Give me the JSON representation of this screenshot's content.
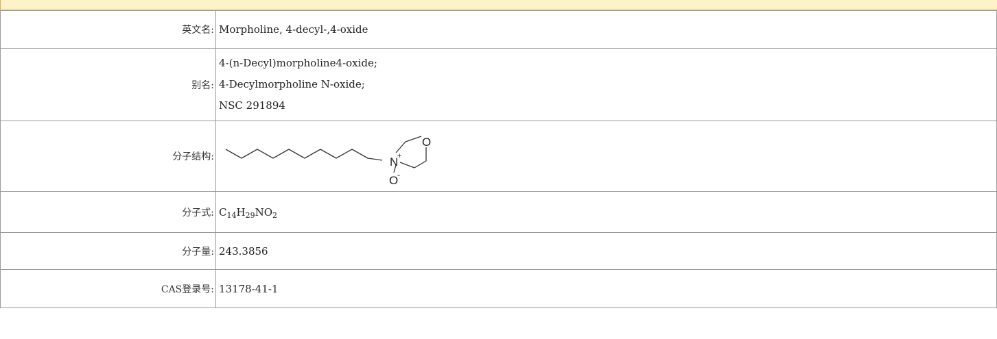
{
  "rows": [
    {
      "label": "英文名:",
      "value": "Morpholine, 4-decyl-,4-oxide"
    },
    {
      "label": "别名:",
      "values": [
        "4-(n-Decyl)morpholine4-oxide;",
        "4-Decylmorpholine N-oxide;",
        "NSC 291894"
      ]
    },
    {
      "label": "分子结构:",
      "structure_icon": "4-decylmorpholine-N-oxide-structure",
      "atoms": {
        "n": "N",
        "n_charge": "+",
        "o_ring": "O",
        "o_oxide": "O",
        "o_charge": "-"
      }
    },
    {
      "label": "分子式:",
      "formula": {
        "c": "C",
        "c_count": "14",
        "h": "H",
        "h_count": "29",
        "no": "NO",
        "o_count": "2"
      }
    },
    {
      "label": "分子量:",
      "value": "243.3856"
    },
    {
      "label": "CAS登录号:",
      "value": "13178-41-1"
    }
  ],
  "colors": {
    "header_bg": "#fdf2c8",
    "header_border": "#d9b15a",
    "grid": "#9a9a9a"
  }
}
